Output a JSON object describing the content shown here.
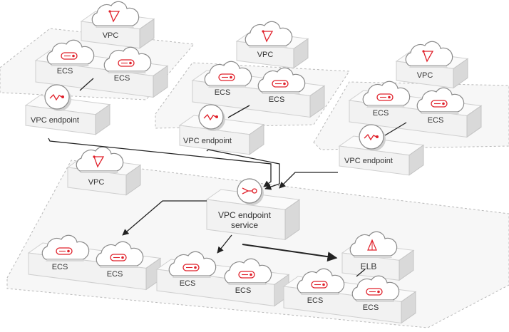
{
  "labels": {
    "vpc": "VPC",
    "ecs": "ECS",
    "vpc_endpoint": "VPC endpoint",
    "vpc_endpoint_service_line1": "VPC endpoint",
    "vpc_endpoint_service_line2": "service",
    "elb": "ELB"
  },
  "colors": {
    "accent": "#e0202a",
    "platform_top": "#f2f2f2",
    "platform_side": "#d9d9d9",
    "arrow": "#222222",
    "dashed_border": "#b8b8b8"
  },
  "icons": {
    "vpc": "vpc-triangle-cloud-icon",
    "ecs": "ecs-server-cloud-icon",
    "endpoint": "endpoint-link-circle-icon",
    "endpoint_service": "endpoint-service-circle-icon",
    "elb": "elb-balancer-cloud-icon"
  }
}
